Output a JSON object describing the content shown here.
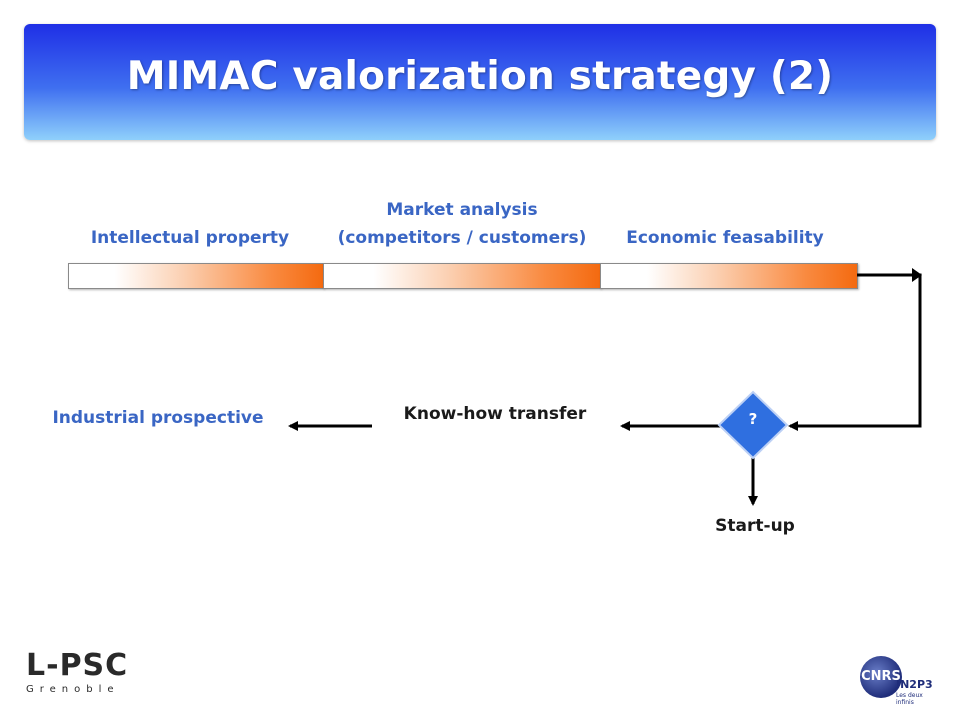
{
  "title": "MIMAC valorization strategy (2)",
  "stages": [
    {
      "label": "Intellectual property"
    },
    {
      "label_line1": "Market analysis",
      "label_line2": "(competitors / customers)"
    },
    {
      "label": "Economic feasability"
    }
  ],
  "outcomes": {
    "industrial": "Industrial prospective",
    "knowhow": "Know-how transfer",
    "startup": "Start-up"
  },
  "decision": "?",
  "logos": {
    "lpsc_main": "L-PSC",
    "lpsc_city": "Grenoble",
    "cnrs": "CNRS",
    "in2p3": "IN2P3",
    "in2p3_sub": "Les deux infinis"
  },
  "colors": {
    "title_bar_top": "#1f2fe6",
    "title_bar_bottom": "#8fd0fb",
    "label_blue": "#3a66c4",
    "bar_orange": "#f46a10",
    "diamond": "#2f6fe0"
  }
}
